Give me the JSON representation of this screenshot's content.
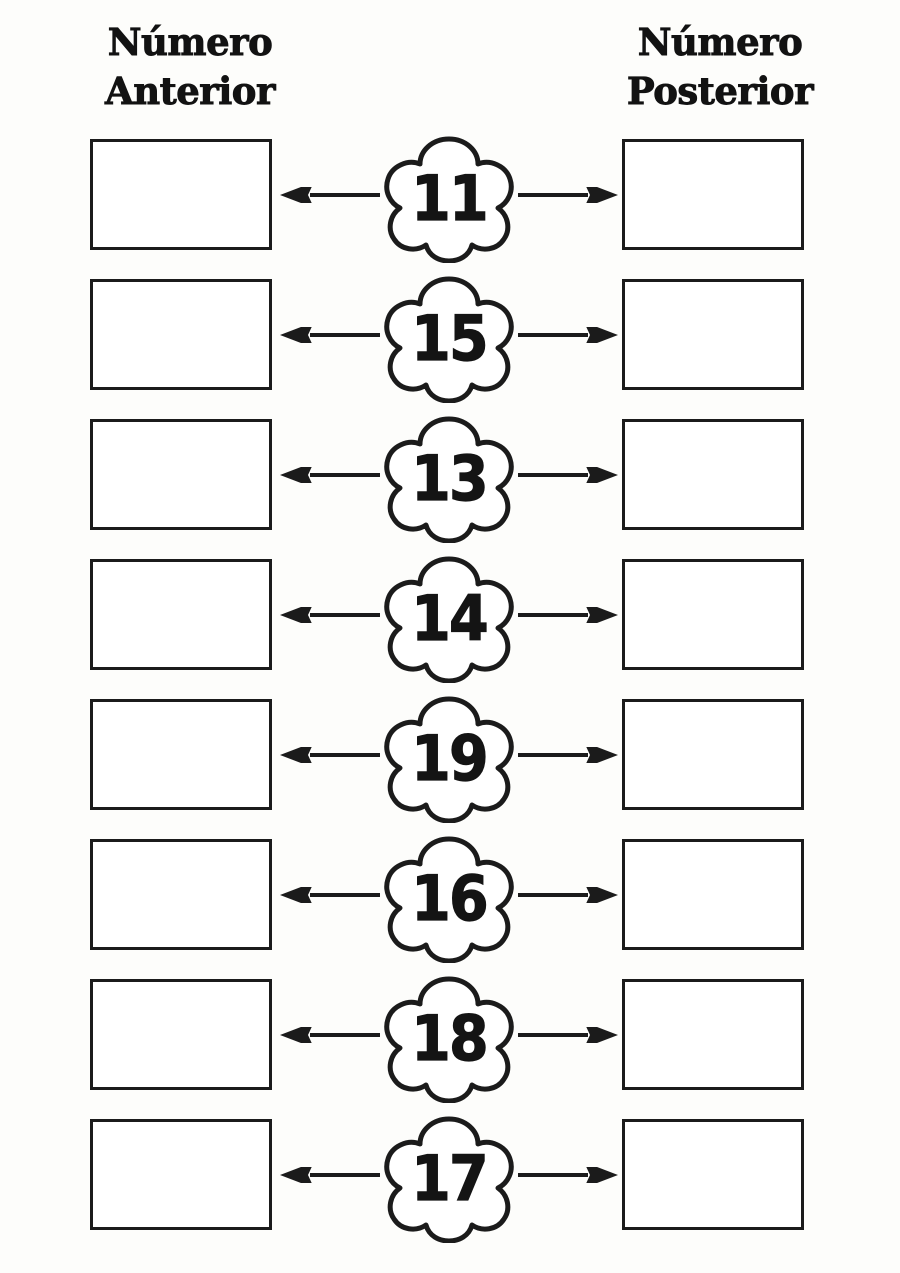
{
  "worksheet": {
    "headers": {
      "left": {
        "line1": "Número",
        "line2": "Anterior"
      },
      "right": {
        "line1": "Número",
        "line2": "Posterior"
      }
    },
    "colors": {
      "ink": "#1b1b1b",
      "page_background": "#fdfdfb",
      "box_fill": "#ffffff"
    },
    "icons": {
      "arrow_left": "arrow-left-icon",
      "arrow_right": "arrow-right-icon",
      "cloud": "cloud-bubble-icon"
    },
    "rows": [
      {
        "number": "11",
        "answer_left": "",
        "answer_right": ""
      },
      {
        "number": "15",
        "answer_left": "",
        "answer_right": ""
      },
      {
        "number": "13",
        "answer_left": "",
        "answer_right": ""
      },
      {
        "number": "14",
        "answer_left": "",
        "answer_right": ""
      },
      {
        "number": "19",
        "answer_left": "",
        "answer_right": ""
      },
      {
        "number": "16",
        "answer_left": "",
        "answer_right": ""
      },
      {
        "number": "18",
        "answer_left": "",
        "answer_right": ""
      },
      {
        "number": "17",
        "answer_left": "",
        "answer_right": ""
      }
    ]
  }
}
